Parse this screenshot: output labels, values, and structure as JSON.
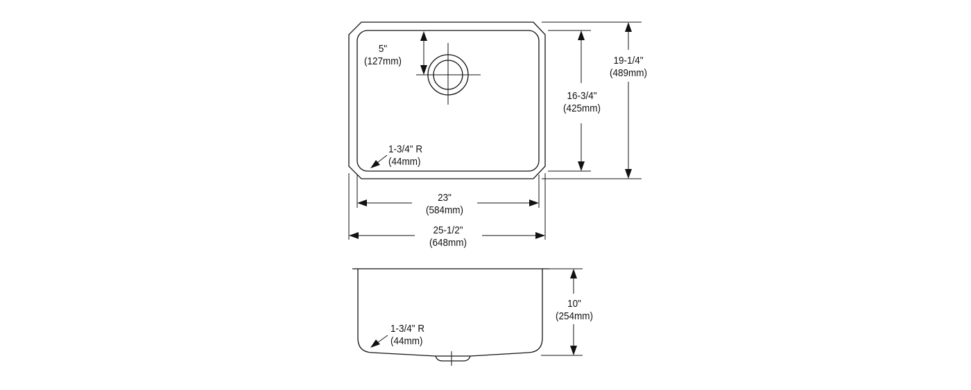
{
  "dimensions": {
    "drain_offset": {
      "imperial": "5\"",
      "metric": "(127mm)"
    },
    "inner_depth": {
      "imperial": "16-3/4\"",
      "metric": "(425mm)"
    },
    "outer_depth": {
      "imperial": "19-1/4\"",
      "metric": "(489mm)"
    },
    "corner_radius_top": {
      "imperial": "1-3/4\" R",
      "metric": "(44mm)"
    },
    "inner_width": {
      "imperial": "23\"",
      "metric": "(584mm)"
    },
    "outer_width": {
      "imperial": "25-1/2\"",
      "metric": "(648mm)"
    },
    "bowl_depth": {
      "imperial": "10\"",
      "metric": "(254mm)"
    },
    "corner_radius_side": {
      "imperial": "1-3/4\" R",
      "metric": "(44mm)"
    }
  },
  "colors": {
    "line": "#111111",
    "background": "#ffffff"
  }
}
